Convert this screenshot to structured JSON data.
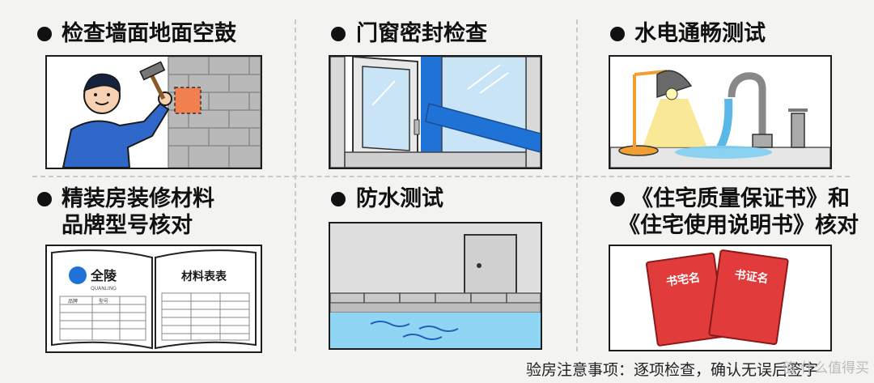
{
  "items": [
    {
      "label": "检查墙面地面空鼓",
      "icon": "hammer-wall-icon"
    },
    {
      "label": "门窗密封检查",
      "icon": "window-seal-icon"
    },
    {
      "label": "水电通畅测试",
      "icon": "lamp-faucet-icon"
    },
    {
      "label_line1": "精装房装修材料",
      "label_line2": "品牌型号核对",
      "icon": "material-book-icon"
    },
    {
      "label": "防水测试",
      "icon": "waterproof-icon"
    },
    {
      "label_line1": "《住宅质量保证书》和",
      "label_line2": "《住宅使用说明书》核对",
      "icon": "certificate-books-icon"
    }
  ],
  "book": {
    "brand": "全陵",
    "brand_sub": "QUANLING",
    "table_title": "材料表表",
    "col1": "品牌",
    "col2": "型号"
  },
  "certificates": {
    "left": "书宅名",
    "right": "书证名"
  },
  "footer": "验房注意事项：逐项检查，确认无误后签字",
  "watermark": "值 什么值得买",
  "colors": {
    "accent_blue": "#1f73d6",
    "water": "#7fcff0",
    "red_book": "#e23b3b",
    "warm_light": "#f7e27a"
  }
}
